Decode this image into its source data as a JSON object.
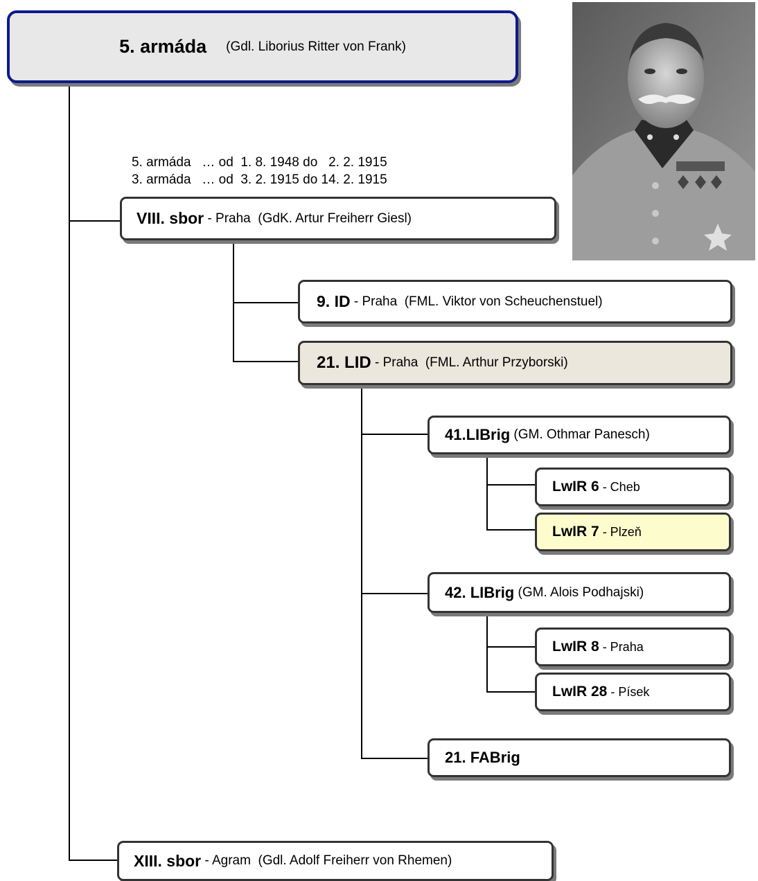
{
  "army": {
    "name": "5. armáda",
    "commander": "(Gdl. Liborius Ritter von Frank)"
  },
  "history": [
    "5. armáda   … od  1. 8. 1948 do   2. 2. 1915",
    "3. armáda   … od  3. 2. 1915 do 14. 2. 1915"
  ],
  "corps8": {
    "name": "VIII. sbor",
    "detail": " - Praha  (GdK. Artur Freiherr Giesl)"
  },
  "div9": {
    "name": "9. ID",
    "detail": " - Praha  (FML. Viktor von Scheuchenstuel)"
  },
  "div21": {
    "name": "21. LID",
    "detail": " - Praha  (FML. Arthur Przyborski)"
  },
  "brig41": {
    "name": "41.LIBrig",
    "detail": " (GM. Othmar Panesch)"
  },
  "reg6": {
    "name": "LwIR 6",
    "detail": " - Cheb"
  },
  "reg7": {
    "name": "LwIR 7",
    "detail": " - Plzeň"
  },
  "brig42": {
    "name": "42. LIBrig",
    "detail": " (GM. Alois Podhajski)"
  },
  "reg8": {
    "name": "LwIR 8",
    "detail": " - Praha"
  },
  "reg28": {
    "name": "LwIR 28",
    "detail": " - Písek"
  },
  "fabrig": {
    "name": "21. FABrig"
  },
  "corps13": {
    "name": "XIII. sbor",
    "detail": " - Agram  (Gdl. Adolf Freiherr von Rhemen)"
  },
  "colors": {
    "army_border": "#0d1a8c",
    "army_fill": "#e8e8e8",
    "lid_fill": "#ebe7dc",
    "highlight_fill": "#fdfccc"
  },
  "photo": {
    "description_icon": "portrait-photo"
  }
}
